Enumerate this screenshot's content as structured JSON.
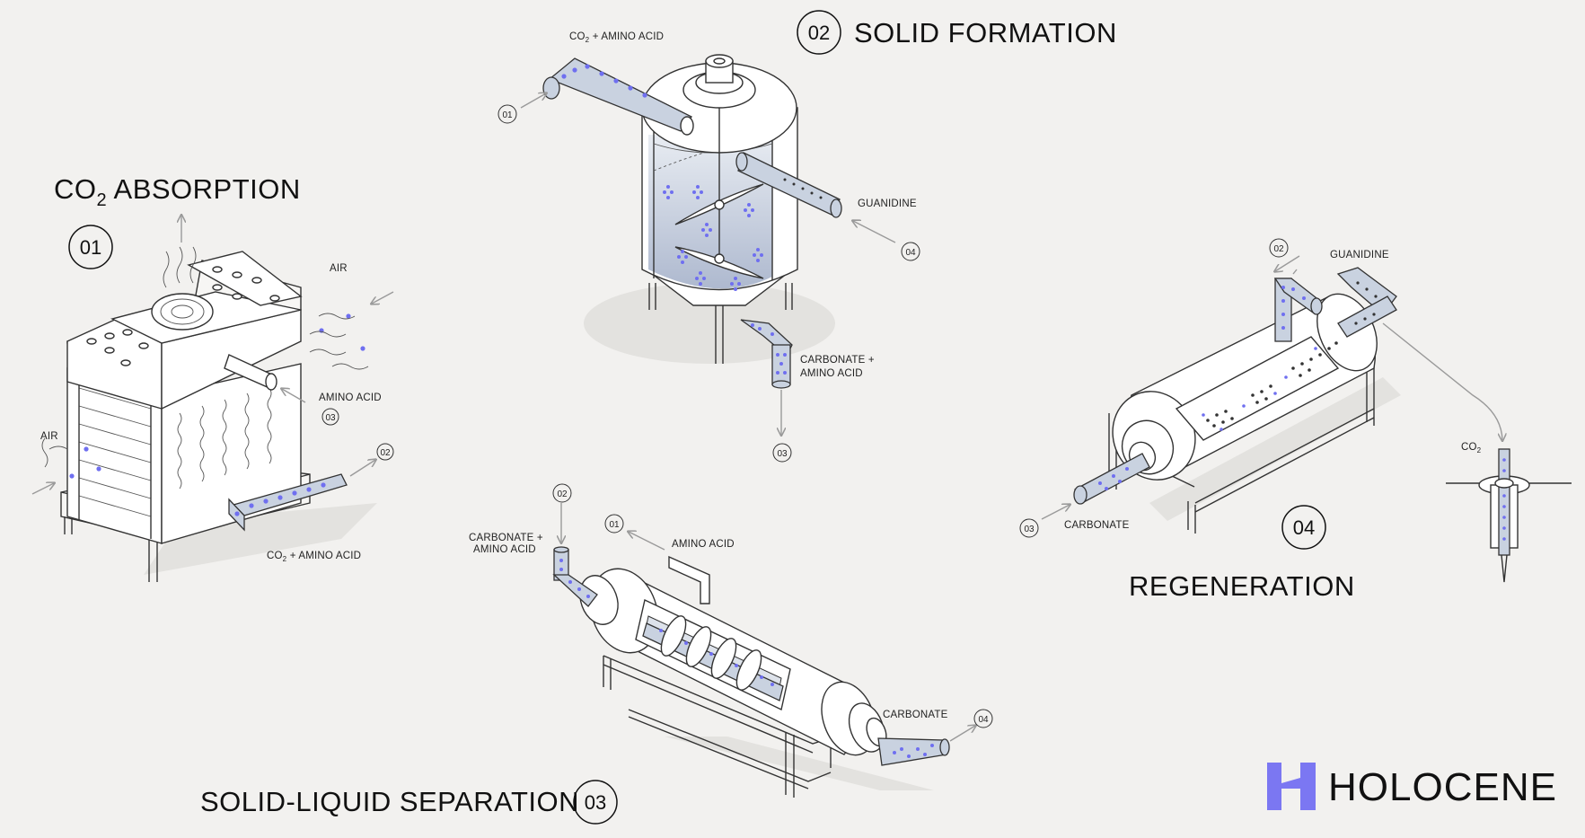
{
  "stages": [
    {
      "number": "01",
      "title_main": "CO",
      "title_sub": "2",
      "title_rest": " ABSORPTION"
    },
    {
      "number": "02",
      "title": "SOLID FORMATION"
    },
    {
      "number": "03",
      "title": "SOLID-LIQUID SEPARATION"
    },
    {
      "number": "04",
      "title": "REGENERATION"
    }
  ],
  "labels": {
    "air_top": "AIR",
    "air_left": "AIR",
    "amino_acid_01": "AMINO ACID",
    "co2_amino_out_01_main": "CO",
    "co2_amino_out_01_sub": "2",
    "co2_amino_out_01_rest": " + AMINO ACID",
    "co2_amino_in_02_main": "CO",
    "co2_amino_in_02_sub": "2",
    "co2_amino_in_02_rest": " + AMINO ACID",
    "guanidine_02": "GUANIDINE",
    "carbonate_amino_out_02_line1": "CARBONATE +",
    "carbonate_amino_out_02_line2": "AMINO ACID",
    "carbonate_amino_in_03_line1": "CARBONATE +",
    "carbonate_amino_in_03_line2": "AMINO ACID",
    "amino_acid_03": "AMINO ACID",
    "carbonate_03": "CARBONATE",
    "guanidine_04": "GUANIDINE",
    "carbonate_04": "CARBONATE",
    "co2_04_main": "CO",
    "co2_04_sub": "2"
  },
  "tags": {
    "s1_to_03": "03",
    "s1_to_02": "02",
    "s2_from_01": "01",
    "s2_from_04": "04",
    "s2_to_03": "03",
    "s3_from_02": "02",
    "s3_to_01": "01",
    "s3_to_04": "04",
    "s4_to_02": "02",
    "s4_from_03": "03"
  },
  "brand": {
    "name": "HOLOCENE",
    "accent": "#7b77f2"
  },
  "colors": {
    "background": "#f2f1ef",
    "dot": "#6f6ff0",
    "pipe": "#c9d2e0"
  }
}
